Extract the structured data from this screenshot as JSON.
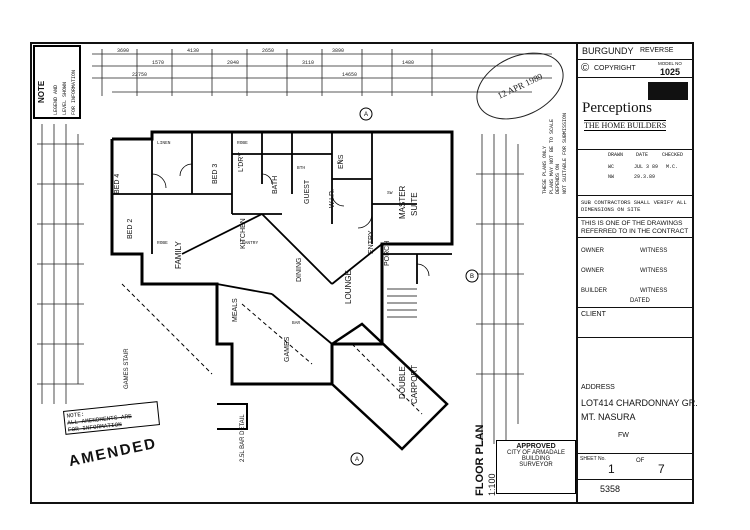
{
  "stamp_date": "12 APR 1989",
  "note": {
    "heading": "NOTE",
    "lines": [
      "LEGEND AND",
      "LEVEL SHOWN",
      "FOR INFORMATION"
    ]
  },
  "amended_note": [
    "NOTE:",
    "ALL AMENDMENTS ARE",
    "FOR INFORMATION"
  ],
  "amended_stamp": "AMENDED",
  "disclaimer": [
    "THESE PLANS ONLY",
    "PLANS MAY NOT BE TO SCALE",
    "DEPENDS ON",
    "NOT SUITABLE FOR SUBMISSION"
  ],
  "rooms": {
    "bed4": "BED 4",
    "bed3": "BED 3",
    "bed2": "BED 2",
    "lndry": "L'DRY",
    "bath": "BATH",
    "guest": "GUEST",
    "ens": "ENS",
    "wir": "W.I.R.",
    "master": "MASTER",
    "suite": "SUITE",
    "family": "FAMILY",
    "kitchen": "KITCHEN",
    "meals": "MEALS",
    "dining": "DINING",
    "lounge": "LOUNGE",
    "entry": "ENTRY",
    "porch": "PORCH",
    "games": "GAMES",
    "games_stair": "GAMES STAIR",
    "double": "DOUBLE",
    "carport": "CARPORT"
  },
  "bar_detail": "2.5L BAR DETAIL",
  "floor_plan": [
    "FLOOR PLAN",
    "1:100"
  ],
  "title_block": {
    "design": "BURGUNDY",
    "orientation": "REVERSE",
    "copyright": "COPYRIGHT",
    "model_label": "MODEL NO",
    "model_no": "1025",
    "company": "Perceptions",
    "tagline": "THE HOME BUILDERS",
    "table_headers": [
      "DRAWN",
      "DATE",
      "CHECKED"
    ],
    "table_rows": [
      [
        "WC",
        "JUL 3 89",
        "M.C."
      ],
      [
        "NW",
        "29.3.89",
        ""
      ]
    ],
    "sub_contractor_note": "SUB CONTRACTORS SHALL VERIFY ALL DIMENSIONS ON SITE",
    "contract_note": "THIS IS ONE OF THE DRAWINGS REFERRED TO IN THE CONTRACT",
    "owner": "OWNER",
    "witness": "WITNESS",
    "builder": "BUILDER",
    "dated": "DATED",
    "client": "CLIENT",
    "address_label": "ADDRESS",
    "address_line1": "LOT414 CHARDONNAY GR.",
    "address_line2": "MT. NASURA",
    "job_code": "FW",
    "sheet_label": "SHEET No.",
    "sheet_no": "1",
    "of": "OF",
    "sheet_total": "7",
    "job_no": "5358"
  },
  "approval_stamp": {
    "title": "APPROVED",
    "lines": [
      "CITY OF ARMADALE",
      "BUILDING",
      "SURVEYOR"
    ]
  },
  "colors": {
    "ink": "#111111",
    "paper": "#ffffff",
    "logo_box": "#111111"
  }
}
